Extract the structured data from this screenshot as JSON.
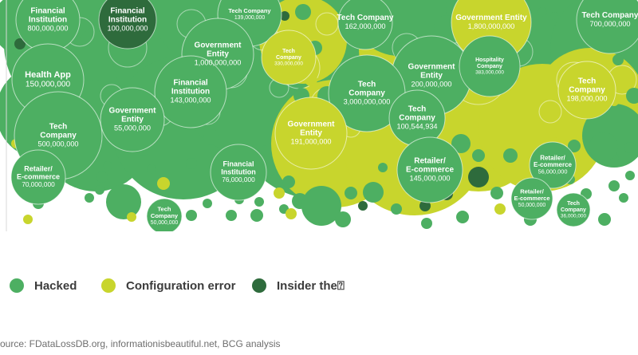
{
  "chart_data": {
    "type": "bubble",
    "colors": {
      "Hacked": "#4daf62",
      "Configuration error": "#c8d52d",
      "Insider the⍰": "#2e6b3c"
    },
    "labeled_bubbles": [
      {
        "name": "Financial\nInstitution",
        "value_label": "800,000,000",
        "records": 800000000,
        "category": "Hacked"
      },
      {
        "name": "Financial\nInstitution",
        "value_label": "100,000,000",
        "records": 100000000,
        "category": "Insider the⍰"
      },
      {
        "name": "Tech Company",
        "value_label": "139,000,000",
        "records": 139000000,
        "category": "Hacked"
      },
      {
        "name": "Tech Company",
        "value_label": "162,000,000",
        "records": 162000000,
        "category": "Hacked"
      },
      {
        "name": "Government Entity",
        "value_label": "1,800,000,000",
        "records": 1800000000,
        "category": "Configuration error"
      },
      {
        "name": "Tech Company",
        "value_label": "700,000,000",
        "records": 700000000,
        "category": "Hacked"
      },
      {
        "name": "Health App",
        "value_label": "150,000,000",
        "records": 150000000,
        "category": "Hacked"
      },
      {
        "name": "Government\nEntity",
        "value_label": "1,000,000,000",
        "records": 1000000000,
        "category": "Hacked"
      },
      {
        "name": "Tech\nCompany",
        "value_label": "330,000,000",
        "records": 330000000,
        "category": "Configuration error"
      },
      {
        "name": "Government\nEntity",
        "value_label": "200,000,000",
        "records": 200000000,
        "category": "Hacked"
      },
      {
        "name": "Hospitality\nCompany",
        "value_label": "383,000,000",
        "records": 383000000,
        "category": "Hacked"
      },
      {
        "name": "Financial\nInstitution",
        "value_label": "143,000,000",
        "records": 143000000,
        "category": "Hacked"
      },
      {
        "name": "Tech\nCompany",
        "value_label": "3,000,000,000",
        "records": 3000000000,
        "category": "Hacked"
      },
      {
        "name": "Tech\nCompany",
        "value_label": "198,000,000",
        "records": 198000000,
        "category": "Configuration error"
      },
      {
        "name": "Government\nEntity",
        "value_label": "55,000,000",
        "records": 55000000,
        "category": "Hacked"
      },
      {
        "name": "Tech\nCompany",
        "value_label": "500,000,000",
        "records": 500000000,
        "category": "Hacked"
      },
      {
        "name": "Tech\nCompany",
        "value_label": "100,544,934",
        "records": 100544934,
        "category": "Hacked"
      },
      {
        "name": "Government\nEntity",
        "value_label": "191,000,000",
        "records": 191000000,
        "category": "Configuration error"
      },
      {
        "name": "Retailer/\nE-commerce",
        "value_label": "70,000,000",
        "records": 70000000,
        "category": "Hacked"
      },
      {
        "name": "Financial\nInstitution",
        "value_label": "76,000,000",
        "records": 76000000,
        "category": "Hacked"
      },
      {
        "name": "Retailer/\nE-commerce",
        "value_label": "145,000,000",
        "records": 145000000,
        "category": "Hacked"
      },
      {
        "name": "Retailer/\nE-commerce",
        "value_label": "56,000,000",
        "records": 56000000,
        "category": "Hacked"
      },
      {
        "name": "Tech\nCompany",
        "value_label": "50,000,000",
        "records": 50000000,
        "category": "Hacked"
      },
      {
        "name": "Retailer/\nE-commerce",
        "value_label": "50,000,000",
        "records": 50000000,
        "category": "Hacked"
      },
      {
        "name": "Tech\nCompany",
        "value_label": "36,000,000",
        "records": 36000000,
        "category": "Hacked"
      }
    ]
  },
  "legend": [
    {
      "label": "Hacked",
      "color": "#4daf62"
    },
    {
      "label": "Configuration error",
      "color": "#c8d52d"
    },
    {
      "label": "Insider the⍰",
      "color": "#2e6b3c"
    }
  ],
  "source": "ource: FDataLossDB.org, informationisbeautiful.net, BCG analysis"
}
